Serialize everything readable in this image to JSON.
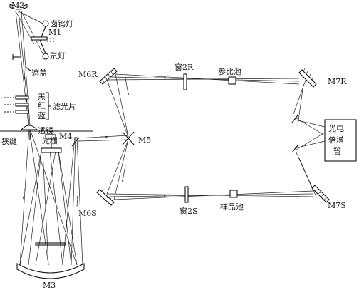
{
  "labels": {
    "m2": "M2",
    "m1": "M1",
    "lamp_halogen": "卤钨灯",
    "lamp_deuterium": "氘灯",
    "shutter": "遮盖",
    "filter_black": "黑",
    "filter_red": "红",
    "filter_blue": "蓝",
    "filters": "滤光片",
    "lens": "透镜",
    "slit": "狭缝",
    "m4": "M4",
    "grating": "光栅",
    "m3": "M3",
    "m5": "M5",
    "m6r": "M6R",
    "m6s": "M6S",
    "window_2r": "窗2R",
    "window_2s": "窗2S",
    "reference_cell": "参比池",
    "sample_cell": "样品池",
    "m7r": "M7R",
    "m7s": "M7S",
    "pmt_line1": "光电",
    "pmt_line2": "倍增",
    "pmt_line3": "管"
  }
}
